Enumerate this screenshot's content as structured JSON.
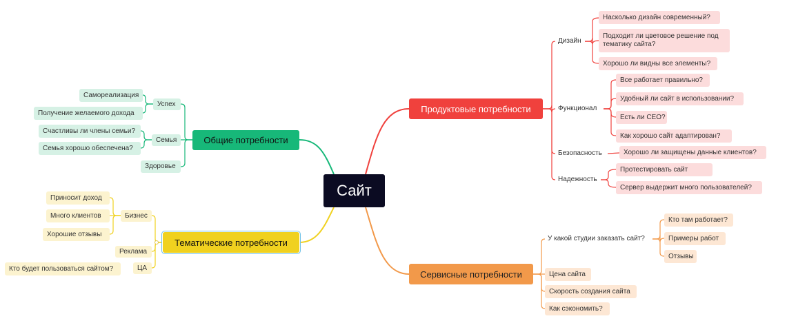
{
  "center": "Сайт",
  "colors": {
    "red": "#f0413d",
    "orange": "#f2994a",
    "green": "#17b879",
    "yellow": "#f0d11f",
    "center": "#0b0b22"
  },
  "branches": {
    "product": {
      "label": "Продуктовые потребности",
      "design": {
        "label": "Дизайн",
        "items": [
          "Насколько дизайн современный?",
          "Подходит ли цветовое решение под тематику сайта?",
          "Хорошо ли видны все элементы?"
        ]
      },
      "functional": {
        "label": "Функционал",
        "items": [
          "Все работает правильно?",
          "Удобный ли сайт в использовании?",
          "Есть ли СЕО?",
          "Как хорошо сайт адаптирован?"
        ]
      },
      "security": {
        "label": "Безопасность",
        "items": [
          "Хорошо ли защищены данные клиентов?"
        ]
      },
      "reliability": {
        "label": "Надежность",
        "items": [
          "Протестировать сайт",
          "Сервер выдержит много пользователей?"
        ]
      }
    },
    "service": {
      "label": "Сервисные потребности",
      "studio": {
        "label": "У какой студии заказать сайт?",
        "items": [
          "Кто там работает?",
          "Примеры работ",
          "Отзывы"
        ]
      },
      "price": "Цена сайта",
      "speed": "Скорость создания сайта",
      "save": "Как сэкономить?"
    },
    "general": {
      "label": "Общие потребности",
      "success": {
        "label": "Успех",
        "items": [
          "Самореализация",
          "Получение желаемого дохода"
        ]
      },
      "family": {
        "label": "Семья",
        "items": [
          "Счастливы ли члены семьи?",
          "Семья хорошо обеспечена?"
        ]
      },
      "health": "Здоровье"
    },
    "thematic": {
      "label": "Тематические потребности",
      "business": {
        "label": "Бизнес",
        "items": [
          "Приносит доход",
          "Много клиентов",
          "Хорошие отзывы"
        ]
      },
      "ads": "Реклама",
      "audience": {
        "label": "ЦА",
        "items": [
          "Кто будет пользоваться сайтом?"
        ]
      }
    }
  }
}
